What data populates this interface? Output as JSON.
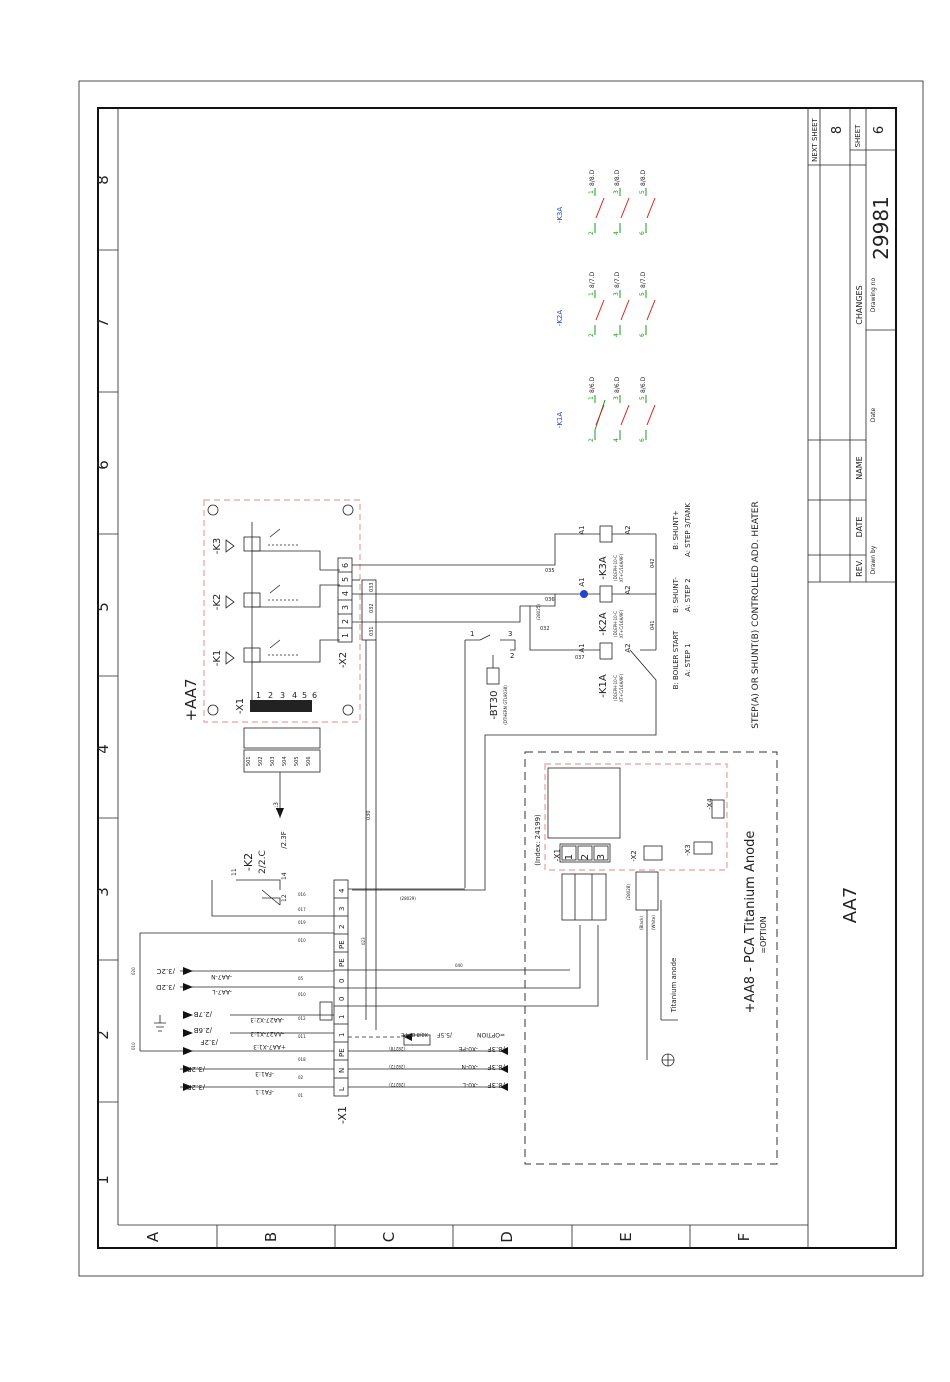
{
  "sheet": {
    "title": "AA7",
    "drawing_no": "29981",
    "sheet_no": "6",
    "next_sheet": "8",
    "labels": {
      "next_sheet": "NEXT SHEET",
      "sheet": "SHEET",
      "changes": "CHANGES",
      "drawing_no": "Drawing no",
      "date": "Date",
      "name": "NAME",
      "date_col": "DATE",
      "rev": "REV.",
      "drawn_by": "Drawn by"
    }
  },
  "grid": {
    "numbers": [
      "1",
      "2",
      "3",
      "4",
      "5",
      "6",
      "7",
      "8"
    ],
    "letters": [
      "A",
      "B",
      "C",
      "D",
      "E",
      "F"
    ]
  },
  "board_aa7": {
    "name": "+AA7",
    "connector_x1": "-X1",
    "x1_pins": [
      "1",
      "2",
      "3",
      "4",
      "5",
      "6"
    ],
    "terminal_numbers": [
      "501",
      "502",
      "503",
      "504",
      "505",
      "506"
    ],
    "relays": [
      "-K1",
      "-K2",
      "-K3"
    ],
    "connector_x2": "-X2",
    "x2_pins": [
      "1",
      "2",
      "3",
      "4",
      "5",
      "6"
    ],
    "x2_wires": [
      "031",
      "032",
      "033"
    ]
  },
  "contactors": [
    {
      "name": "-K1A",
      "type": "(D1EPH-10-C",
      "type2": "XT+C/16A/9F)",
      "a1": "A1",
      "a2": "A2",
      "wire": "041",
      "caption_a": "A: STEP 1",
      "caption_b": "B: BOILER START"
    },
    {
      "name": "-K2A",
      "type": "(D1EPH-10-C",
      "type2": "XT+C/16A/9F)",
      "a1": "A1",
      "a2": "A2",
      "wire": "041",
      "caption_a": "A: STEP 2",
      "caption_b": "B: SHUNT-"
    },
    {
      "name": "-K3A",
      "type": "(D1EPH-10-C",
      "type2": "XT+C/16A/9F)",
      "a1": "A1",
      "a2": "A2",
      "wire": "042",
      "caption_a": "A: STEP 3/TANK",
      "caption_b": "B: SHUNT+"
    }
  ],
  "contactor_wires": [
    "035",
    "036",
    "037",
    "032",
    "037"
  ],
  "step_caption": "STEP(A) OR SHUNT(B) CONTROLLED ADD. HEATER",
  "bt30": {
    "name": "-BT30",
    "sub": "(DTHERM GTL9038)",
    "pins": [
      "1",
      "2",
      "3"
    ],
    "wire": "(28025)"
  },
  "contact_refs": [
    {
      "name": "-K1A",
      "pairs": [
        [
          "2",
          "1",
          "8/6.D"
        ],
        [
          "4",
          "3",
          "8/6.D"
        ],
        [
          "6",
          "5",
          "8/6.D"
        ]
      ]
    },
    {
      "name": "-K2A",
      "pairs": [
        [
          "2",
          "1",
          "8/7.D"
        ],
        [
          "4",
          "3",
          "8/7.D"
        ],
        [
          "6",
          "5",
          "8/7.D"
        ]
      ]
    },
    {
      "name": "-K3A",
      "pairs": [
        [
          "2",
          "1",
          "8/8.D"
        ],
        [
          "4",
          "3",
          "8/8.D"
        ],
        [
          "6",
          "5",
          "8/8.D"
        ]
      ]
    }
  ],
  "x1_terminal": {
    "name": "-X1",
    "cells": [
      "L",
      "N",
      "PE",
      "1",
      "1",
      "0",
      "0",
      "PE",
      "PE",
      "2",
      "3",
      "4"
    ],
    "wires": [
      "01",
      "02",
      "018",
      "011",
      "012",
      "010",
      "05",
      "010",
      "019",
      "017",
      "016",
      "020",
      "023",
      "040"
    ]
  },
  "left_refs": [
    {
      "wire": "-FA1:1",
      "ref": "/3.2F"
    },
    {
      "wire": "-FA1:3",
      "ref": "/3.2F"
    },
    {
      "wire": "+AA7-X1:3",
      "ref": "/3.2F"
    },
    {
      "wire": "-AA27-X1:3",
      "ref": "/2.6B"
    },
    {
      "wire": "-AA27-X2:3",
      "ref": "/2.7B"
    },
    {
      "wire": "-AA7-L",
      "ref": "/3.2D"
    },
    {
      "wire": "-AA7-N",
      "ref": "/3.2C"
    }
  ],
  "right_refs": [
    {
      "wire": "-X0-L",
      "ref": "/8.3F",
      "code": "(28272)"
    },
    {
      "wire": "-X0-N",
      "ref": "/8.3F",
      "code": "(28272)"
    },
    {
      "wire": "-X0-PE",
      "ref": "/8.3F",
      "code": "(28278)"
    },
    {
      "wire": "X0/8 BT-PE",
      "ref": "/5.5F",
      "code": "=OPTION"
    }
  ],
  "k2_ref": {
    "name": "-K2",
    "ref": "2/2.C",
    "pins": [
      "11",
      "12",
      "14"
    ],
    "arrow_ref": "/2.3F",
    "arrow_label": "-:3"
  },
  "aa8": {
    "title": "+AA8 - PCA Titanium Anode",
    "subtitle": "=OPTION",
    "index": "(Index: 24199)",
    "x1": "-X1",
    "x1_pins": [
      "1",
      "2",
      "3"
    ],
    "x2": "-X2",
    "x3": "-X3",
    "x4": "-X4",
    "anode": "Titanium anode",
    "anode_wire_a": "(Black)",
    "anode_wire_b": "(White)",
    "cable_code": "(28028)",
    "wire_label": "040"
  },
  "wires_misc": [
    "(28029)",
    "(28025)",
    "030",
    "038",
    "010"
  ]
}
